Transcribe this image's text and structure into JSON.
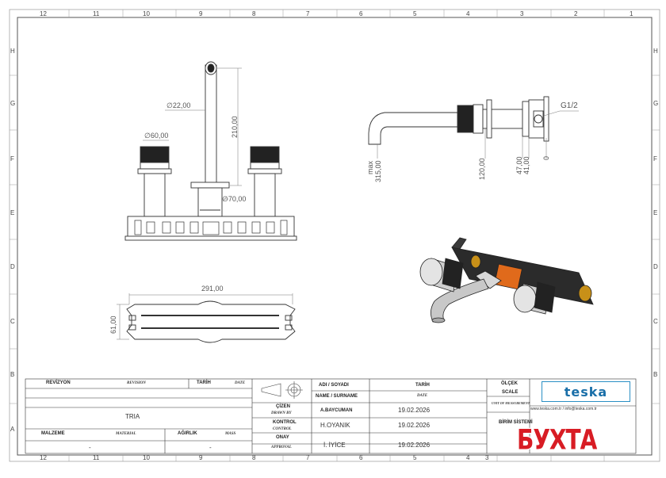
{
  "zones": {
    "columns": [
      "12",
      "11",
      "10",
      "9",
      "8",
      "7",
      "6",
      "5",
      "4",
      "3",
      "2",
      "1"
    ],
    "rows": [
      "H",
      "G",
      "F",
      "E",
      "D",
      "C",
      "B",
      "A"
    ]
  },
  "dimensions": {
    "front_spout_dia": "∅22,00",
    "front_height": "210,00",
    "front_handle_dia": "∅60,00",
    "front_base_dia": "∅70,00",
    "side_max_label": "max",
    "side_max_value": "315,00",
    "side_120": "120,00",
    "side_47": "47,00",
    "side_41": "41,00",
    "side_0": "0",
    "thread": "G1/2",
    "top_width": "291,00",
    "top_depth": "61,00"
  },
  "title_block": {
    "revision_tr": "REVİZYON",
    "revision_en": "REVISION",
    "date_tr": "TARİH",
    "date_en": "DATE",
    "product_name": "TRIA",
    "material_tr": "MALZEME",
    "material_en": "MATERIAL",
    "weight_tr": "AĞIRLIK",
    "weight_en": "MASS",
    "material_value": "-",
    "weight_value": "-",
    "name_tr": "ADI / SOYADI",
    "name_en": "NAME / SURNAME",
    "date2_tr": "TARİH",
    "date2_en": "DATE",
    "drawn_tr": "ÇİZEN",
    "drawn_en": "DRAWN BY",
    "drawn_name": "A.BAYCUMAN",
    "drawn_date": "19.02.2026",
    "control_tr": "KONTROL",
    "control_en": "CONTROL",
    "control_name": "H.OYANIK",
    "control_date": "19.02.2026",
    "approval_tr": "ONAY",
    "approval_en": "APPROVAL",
    "approval_name": "İ. İYİCE",
    "approval_date": "19.02.2026",
    "scale_tr": "ÖLÇEK",
    "scale_en": "SCALE",
    "unit_en": "UNIT OF MEASUREMENT",
    "unit_tr": "BİRİM SİSTEMİ",
    "logo_text": "teska",
    "website": "www.teska.com.tr / info@teska.com.tr"
  },
  "watermark": "БУХТА",
  "colors": {
    "line": "#333333",
    "logo_blue": "#1a6fa8",
    "watermark_red": "#d81c24",
    "accent_orange": "#e06a1b"
  }
}
